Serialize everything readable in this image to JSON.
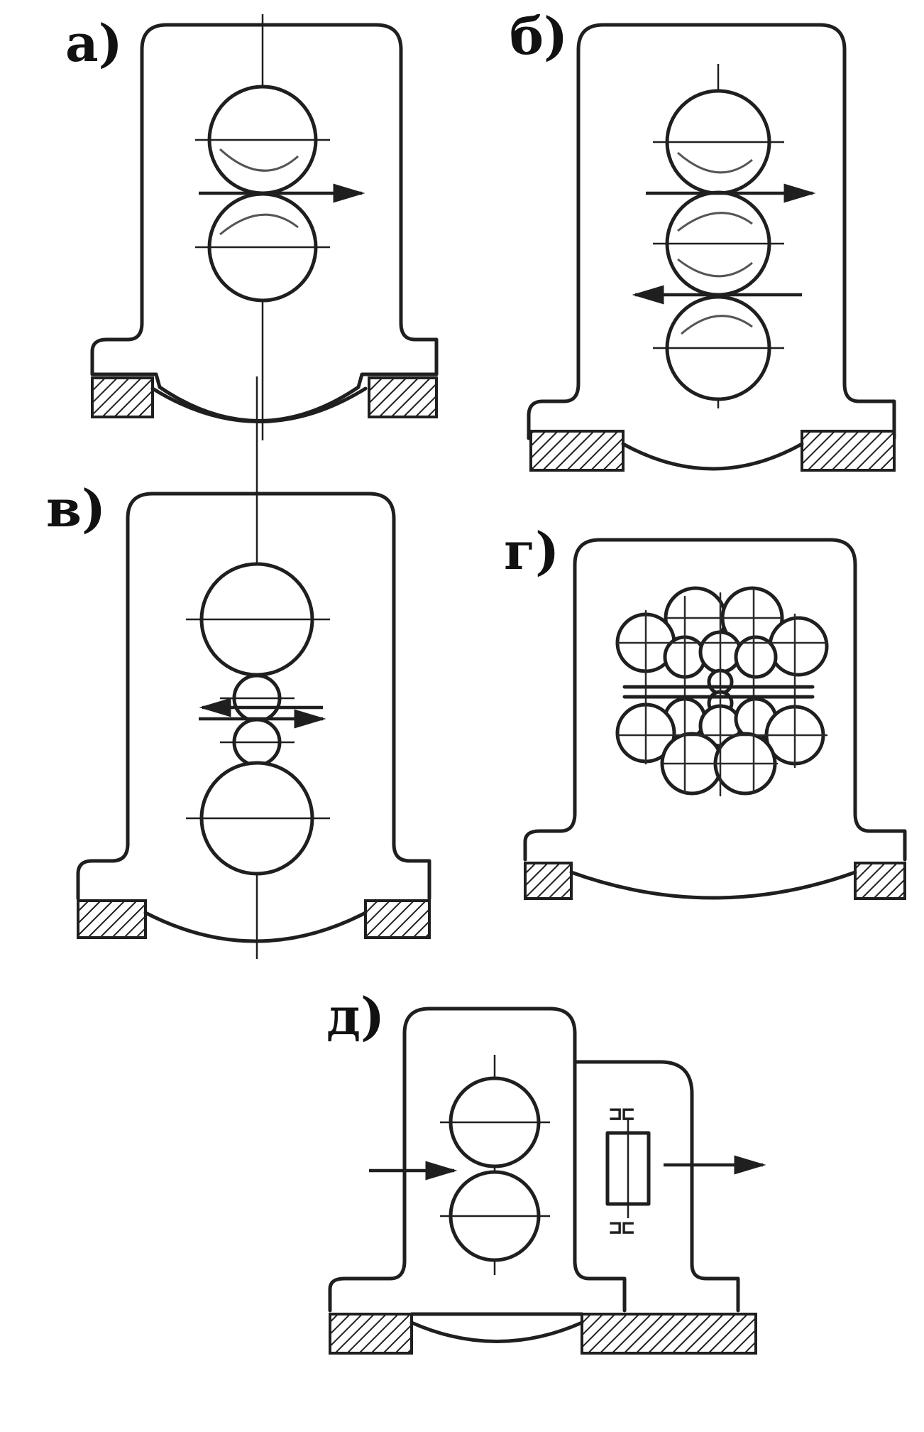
{
  "labels": {
    "a": "а)",
    "b": "б)",
    "v": "в)",
    "g": "г)",
    "d": "д)"
  },
  "colors": {
    "line": "#1f1f1f",
    "background": "#ffffff"
  }
}
